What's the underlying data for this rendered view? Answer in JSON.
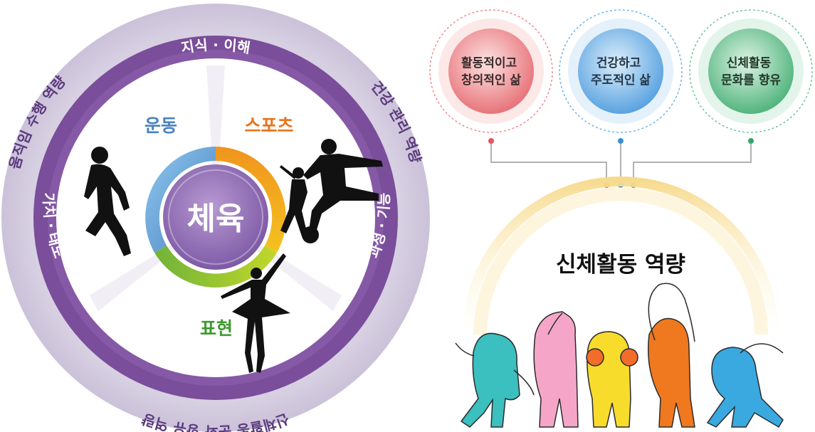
{
  "wheel": {
    "center": "체육",
    "domains": [
      "운동",
      "스포츠",
      "표현"
    ],
    "inner_ring": [
      "지식 · 이해",
      "과정 · 기능",
      "가치 · 태도"
    ],
    "outer_ring": [
      "건강 관리 역량",
      "신체활동 문화 향유 역량",
      "움직임 수행 역량"
    ],
    "colors": {
      "outer_ring": "#d4ccdf",
      "inner_ring": "#7a4e9a",
      "movement": "#4a82c2",
      "sports": "#e8731b",
      "expression": "#3d9a2e"
    }
  },
  "competency": {
    "title": "신체활동 역량",
    "bubbles": [
      {
        "line1": "활동적이고",
        "line2": "창의적인 삶",
        "color": "#e5545d"
      },
      {
        "line1": "건강하고",
        "line2": "주도적인 삶",
        "color": "#3a8fd6"
      },
      {
        "line1": "신체활동",
        "line2": "문화를 향유",
        "color": "#34a66c"
      }
    ]
  }
}
